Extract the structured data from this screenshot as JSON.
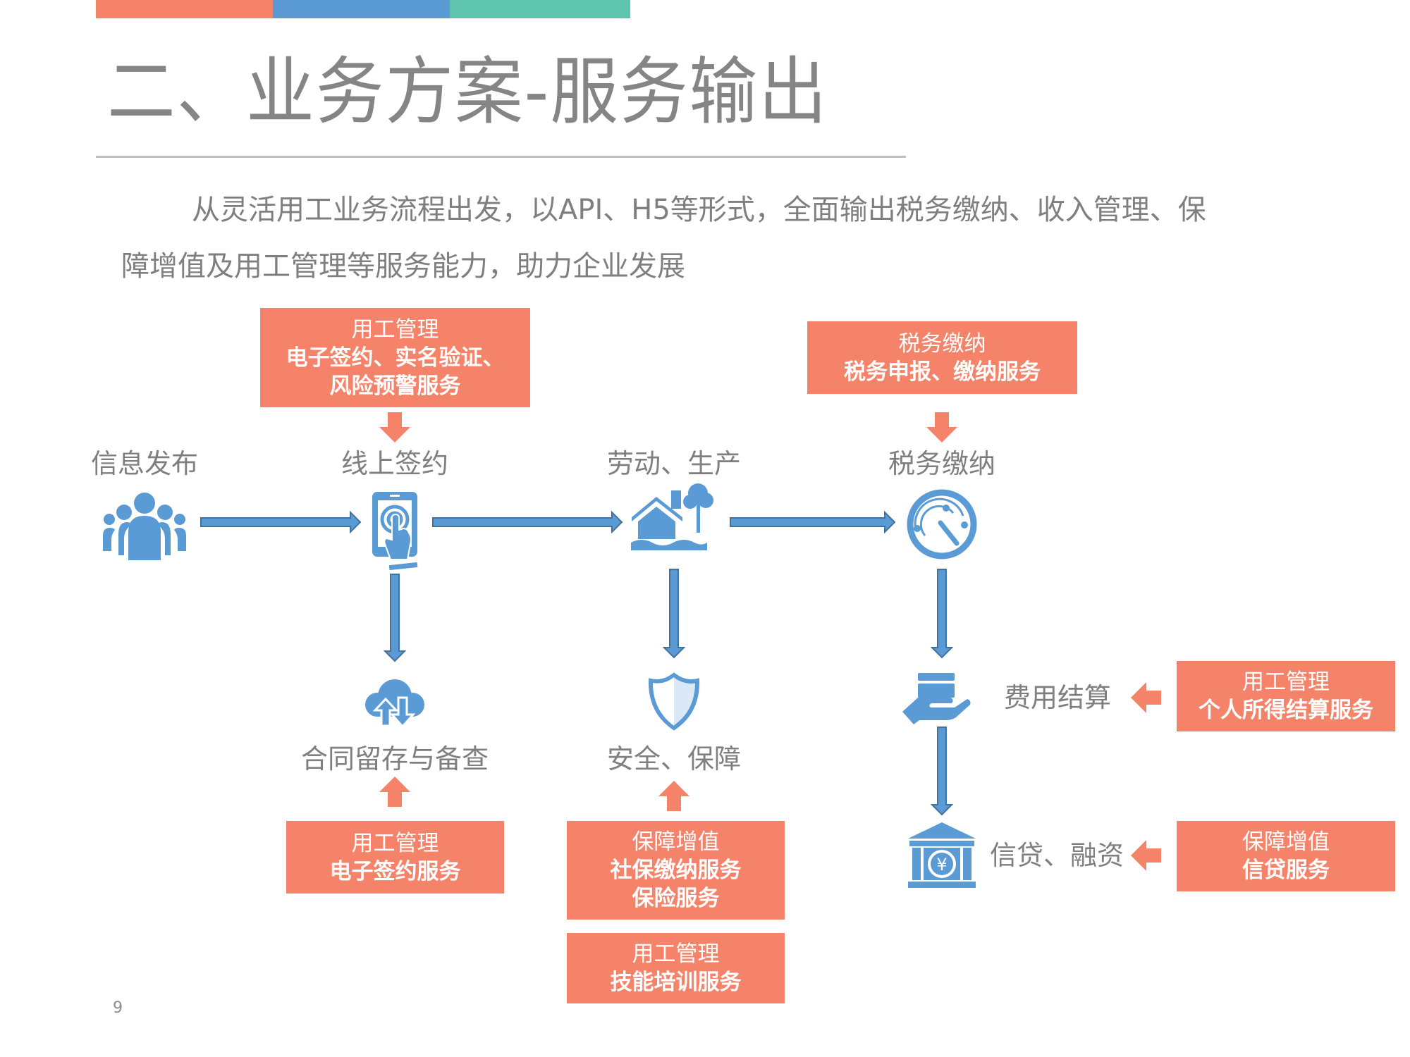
{
  "header": {
    "accent_colors": [
      "#f4836a",
      "#5b9bd5",
      "#5fc4ad"
    ],
    "title": "二、业务方案-服务输出"
  },
  "intro": {
    "line1": "从灵活用工业务流程出发，以API、H5等形式，全面输出税务缴纳、收入管理、保",
    "line2": "障增值及用工管理等服务能力，助力企业发展"
  },
  "flow": {
    "steps": [
      {
        "label": "信息发布",
        "icon": "people-group-icon"
      },
      {
        "label": "线上签约",
        "icon": "phone-touch-icon"
      },
      {
        "label": "劳动、生产",
        "icon": "house-tree-icon"
      },
      {
        "label": "税务缴纳",
        "icon": "gauge-icon"
      }
    ],
    "outputs": [
      {
        "label": "合同留存与备查",
        "icon": "cloud-sync-icon"
      },
      {
        "label": "安全、保障",
        "icon": "shield-icon"
      },
      {
        "label": "费用结算",
        "icon": "card-hand-icon"
      },
      {
        "label": "信贷、融资",
        "icon": "bank-yuan-icon"
      }
    ]
  },
  "services": {
    "signing": {
      "title": "用工管理",
      "lines": [
        "电子签约、实名验证、",
        "风险预警服务"
      ]
    },
    "tax": {
      "title": "税务缴纳",
      "lines": [
        "税务申报、缴纳服务"
      ]
    },
    "contract": {
      "title": "用工管理",
      "lines": [
        "电子签约服务"
      ]
    },
    "security": {
      "title": "保障增值",
      "lines": [
        "社保缴纳服务",
        "保险服务"
      ]
    },
    "training": {
      "title": "用工管理",
      "lines": [
        "技能培训服务"
      ]
    },
    "settlement": {
      "title": "用工管理",
      "lines": [
        "个人所得结算服务"
      ]
    },
    "credit": {
      "title": "保障增值",
      "lines": [
        "信贷服务"
      ]
    }
  },
  "colors": {
    "orange": "#f4836a",
    "blue": "#5b9bd5",
    "blue_outline": "#41719c",
    "text_gray": "#7f7f7f"
  },
  "page_number": "9"
}
